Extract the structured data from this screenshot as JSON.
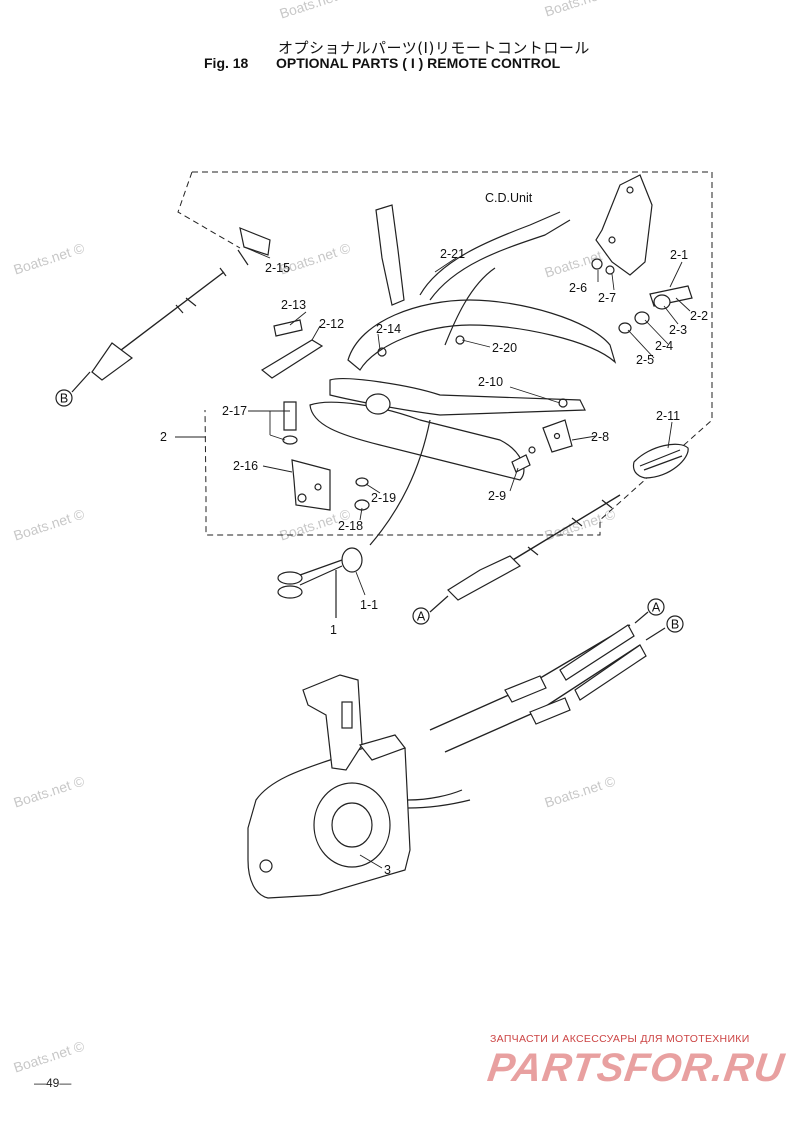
{
  "header": {
    "title_jp": "オプショナルパーツ(Ⅰ)リモートコントロール",
    "fig_label": "Fig. 18",
    "title_en": "OPTIONAL PARTS ( I ) REMOTE CONTROL"
  },
  "parts": {
    "cd_unit": "C.D.Unit",
    "p1": "1",
    "p1_1": "1-1",
    "p2": "2",
    "p2_1": "2-1",
    "p2_2": "2-2",
    "p2_3": "2-3",
    "p2_4": "2-4",
    "p2_5": "2-5",
    "p2_6": "2-6",
    "p2_7": "2-7",
    "p2_8": "2-8",
    "p2_9": "2-9",
    "p2_10": "2-10",
    "p2_11": "2-11",
    "p2_12": "2-12",
    "p2_13": "2-13",
    "p2_14": "2-14",
    "p2_15": "2-15",
    "p2_16": "2-16",
    "p2_17": "2-17",
    "p2_18": "2-18",
    "p2_19": "2-19",
    "p2_20": "2-20",
    "p2_21": "2-21",
    "p3": "3"
  },
  "callouts": {
    "a": "A",
    "b": "B"
  },
  "watermark": "Boats.net ©",
  "footer": {
    "page_number": "—49—",
    "brand_sub": "ЗАПЧАСТИ И АКСЕССУАРЫ ДЛЯ МОТОТЕХНИКИ",
    "brand_logo": "PARTSFOR.RU"
  },
  "colors": {
    "line": "#222222",
    "watermark": "#c8c8c8",
    "brand": "#e8a0a0"
  }
}
